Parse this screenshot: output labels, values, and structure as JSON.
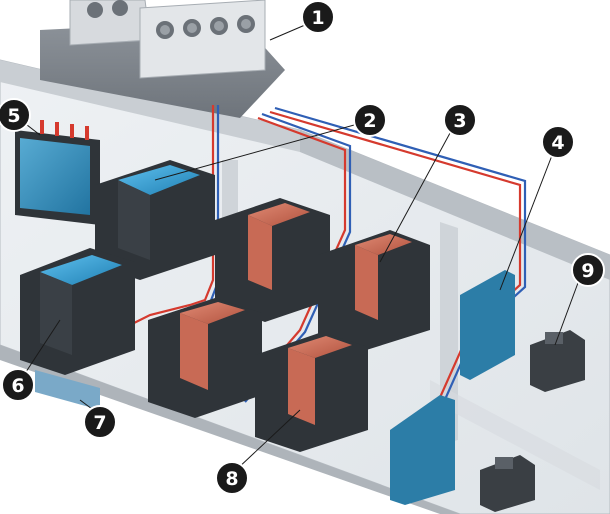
{
  "callouts": [
    {
      "id": "1",
      "label": "1"
    },
    {
      "id": "2",
      "label": "2"
    },
    {
      "id": "3",
      "label": "3"
    },
    {
      "id": "4",
      "label": "4"
    },
    {
      "id": "5",
      "label": "5"
    },
    {
      "id": "6",
      "label": "6"
    },
    {
      "id": "7",
      "label": "7"
    },
    {
      "id": "8",
      "label": "8"
    },
    {
      "id": "9",
      "label": "9"
    }
  ],
  "colors": {
    "floor": "#e6eaee",
    "wall": "#bfc4c9",
    "rack_dark": "#2f3439",
    "rack_blue": "#2e86b3",
    "hot_aisle": "#c86a55",
    "cold_aisle": "#3aa0d8",
    "pipe_red": "#d53a2e",
    "pipe_blue": "#2f5fb5",
    "badge": "#1a1a1a"
  }
}
